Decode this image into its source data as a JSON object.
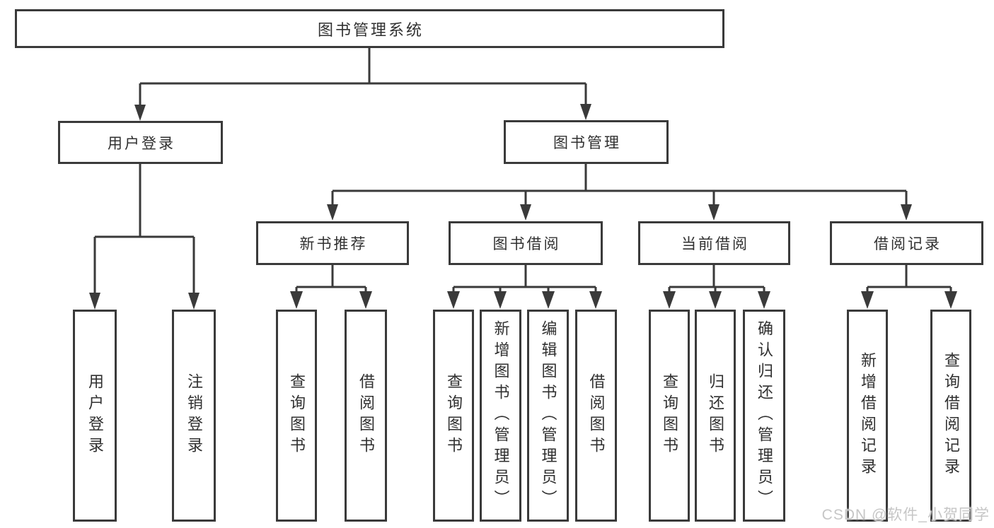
{
  "diagram": {
    "root": {
      "label": "图书管理系统"
    },
    "level2": [
      {
        "label": "用户登录"
      },
      {
        "label": "图书管理"
      }
    ],
    "level3": [
      {
        "label": "新书推荐"
      },
      {
        "label": "图书借阅"
      },
      {
        "label": "当前借阅"
      },
      {
        "label": "借阅记录"
      }
    ],
    "leaves": [
      {
        "label": "用户登录"
      },
      {
        "label": "注销登录"
      },
      {
        "label": "查询图书"
      },
      {
        "label": "借阅图书"
      },
      {
        "label": "查询图书"
      },
      {
        "label": "新增图书（管理员）"
      },
      {
        "label": "编辑图书（管理员）"
      },
      {
        "label": "借阅图书"
      },
      {
        "label": "查询图书"
      },
      {
        "label": "归还图书"
      },
      {
        "label": "确认归还（管理员）"
      },
      {
        "label": "新增借阅记录"
      },
      {
        "label": "查询借阅记录"
      }
    ],
    "watermark": "CSDN @软件_小贺同学",
    "colors": {
      "line": "#3a3a3a",
      "text": "#303030",
      "background": "#ffffff",
      "watermark": "#c6c6c6"
    }
  }
}
